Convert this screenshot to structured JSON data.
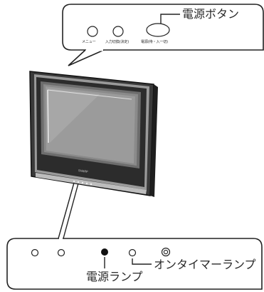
{
  "top_panel": {
    "labels": {
      "menu": "メニュー",
      "input_select": "入力切換(決定)",
      "power": "電源(待・入一切)"
    },
    "callout": "電源ボタン"
  },
  "tv": {
    "brand": "SHARP"
  },
  "bottom_panel": {
    "power_lamp_label": "電源ランプ",
    "on_timer_lamp_label": "オンタイマーランプ"
  }
}
